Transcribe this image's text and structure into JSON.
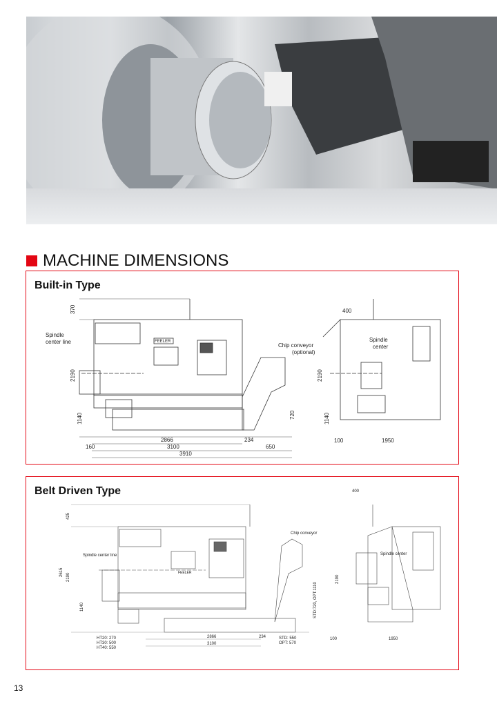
{
  "section_title": "MACHINE DIMENSIONS",
  "builtin": {
    "title": "Built-in Type",
    "labels": {
      "spindle_line": "Spindle",
      "spindle_line2": "center line",
      "chip": "Chip conveyor",
      "chip2": "(optional)",
      "spindle_center": "Spindle",
      "spindle_center2": "center",
      "brand": "FEELER"
    },
    "dims": {
      "h370": "370",
      "h2190": "2190",
      "h1140": "1140",
      "h720": "720",
      "w2866": "2866",
      "w234": "234",
      "w160": "160",
      "w3100": "3100",
      "w650": "650",
      "w3910": "3910",
      "s400": "400",
      "s2190": "2190",
      "s1140": "1140",
      "s100": "100",
      "s1950": "1950"
    }
  },
  "belt": {
    "title": "Belt Driven Type",
    "labels": {
      "spindle_line": "Spindle center line",
      "chip": "Chip conveyor",
      "spindle_center": "Spindle center",
      "brand": "FEELER"
    },
    "dims": {
      "h425": "425",
      "h2615": "2615",
      "h2190": "2190",
      "h1140": "1140",
      "conv": "STD:720, OPT:1110",
      "w2866": "2866",
      "w234": "234",
      "w3100": "3100",
      "ht20": "HT20: 270",
      "ht30": "HT30: 500",
      "ht40": "HT40: 550",
      "std": "STD: 550",
      "opt": "OPT: 570",
      "s400": "400",
      "s2190": "2190",
      "s100": "100",
      "s1950": "1950"
    }
  },
  "page_number": "13"
}
